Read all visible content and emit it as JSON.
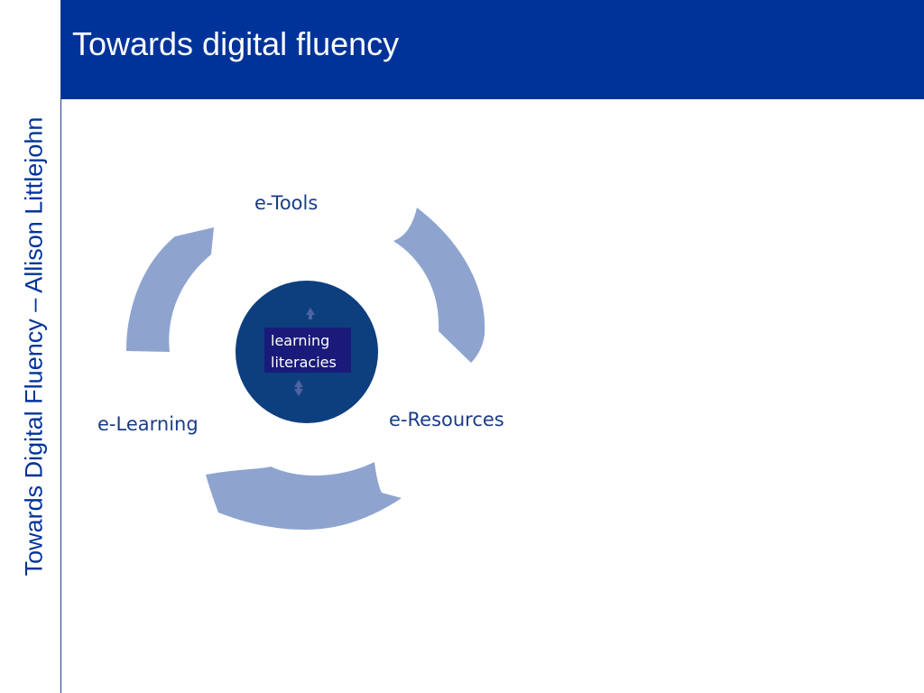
{
  "slide": {
    "title": "Towards digital fluency",
    "side_title": "Towards Digital Fluency – Allison Littlejohn"
  },
  "diagram": {
    "labels": {
      "top": "e-Tools",
      "right": "e-Resources",
      "left": "e-Learning"
    },
    "center": {
      "line1": "learning",
      "line2": "literacies"
    }
  },
  "colors": {
    "brand_blue": "#003399",
    "arc_fill": "#8ea4cf",
    "center_fill": "#0d3f7f",
    "label_text": "#1a3c86"
  },
  "icons": {
    "cycle": "cycle-arrows",
    "center_arrows": "up-down-arrows"
  }
}
